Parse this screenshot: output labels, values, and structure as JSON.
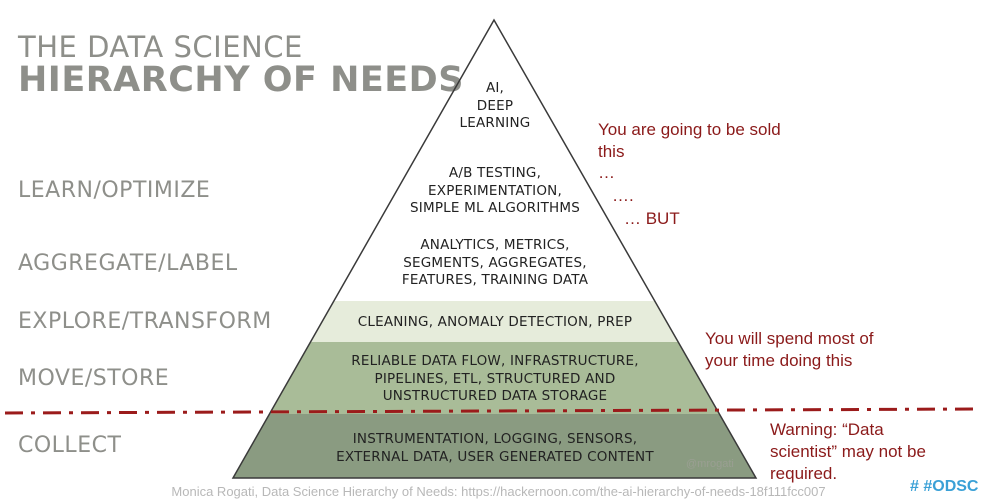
{
  "title": {
    "line1": "THE DATA SCIENCE",
    "line2": "HIERARCHY OF NEEDS"
  },
  "stages": [
    "LEARN/OPTIMIZE",
    "AGGREGATE/LABEL",
    "EXPLORE/TRANSFORM",
    "MOVE/STORE",
    "COLLECT"
  ],
  "pyramid": {
    "levels": [
      {
        "text": "AI,\nDEEP\nLEARNING",
        "color": "#ffffff"
      },
      {
        "text": "A/B TESTING,\nEXPERIMENTATION,\nSIMPLE ML ALGORITHMS",
        "color": "#ffffff"
      },
      {
        "text": "ANALYTICS, METRICS,\nSEGMENTS, AGGREGATES,\nFEATURES, TRAINING DATA",
        "color": "#ffffff"
      },
      {
        "text": "CLEANING, ANOMALY DETECTION, PREP",
        "color": "#e6ecdb"
      },
      {
        "text": "RELIABLE DATA FLOW, INFRASTRUCTURE,\nPIPELINES, ETL, STRUCTURED AND\nUNSTRUCTURED DATA STORAGE",
        "color": "#a9bc98"
      },
      {
        "text": "INSTRUMENTATION, LOGGING, SENSORS,\nEXTERNAL DATA, USER GENERATED CONTENT",
        "color": "#8a9b81"
      }
    ],
    "watermark": "@mrogati"
  },
  "annotations": {
    "sold": "You are going to be sold\nthis",
    "dots1": "…",
    "dots2": "….",
    "but": "…  BUT",
    "spend": "You will spend most of\nyour time doing this",
    "warning": "Warning: “Data\nscientist” may not be\nrequired."
  },
  "colors": {
    "stage_gray": "#8e8f8a",
    "annotation_red": "#8b1a1a",
    "divider_red": "#9b1b1b"
  },
  "footer": {
    "credit": "Monica Rogati, Data Science Hierarchy of Needs:  https://hackernoon.com/the-ai-hierarchy-of-needs-18f111fcc007",
    "hashtag": "#  #ODSC"
  }
}
